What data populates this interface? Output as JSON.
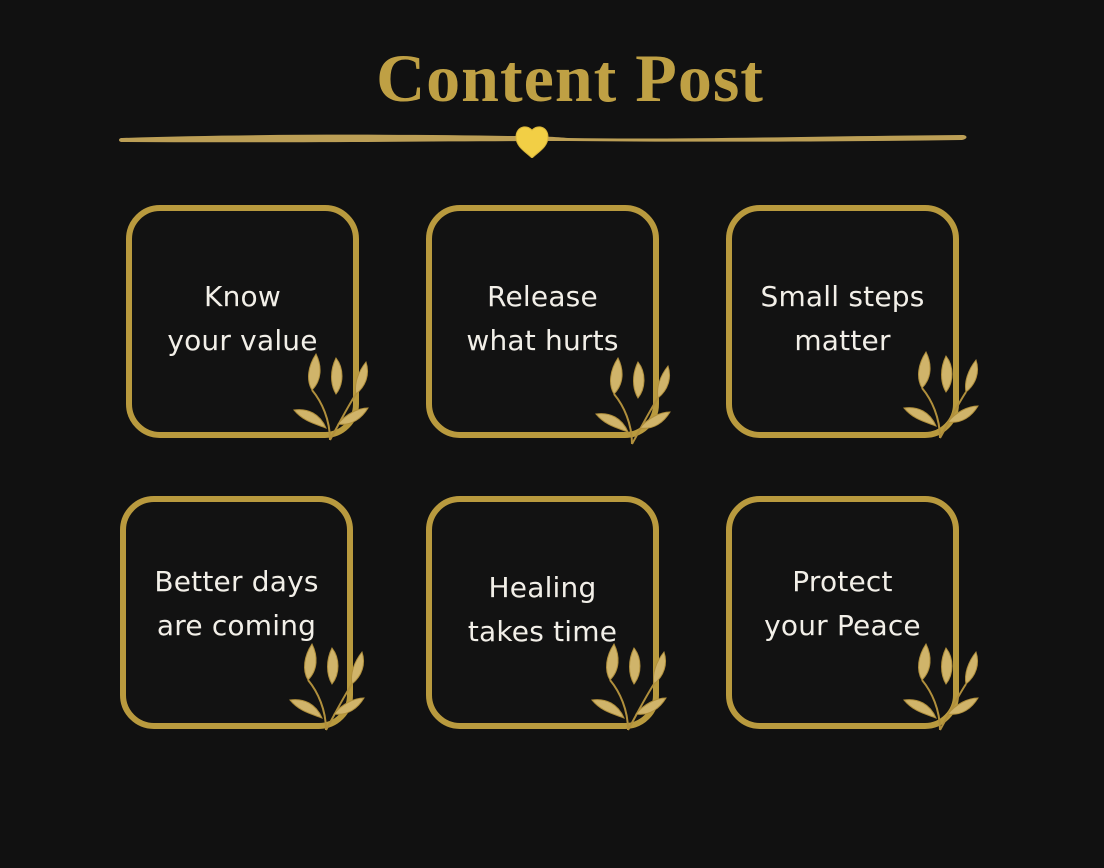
{
  "title": "Content Post",
  "colors": {
    "background": "#111111",
    "gold": "#b99a3e",
    "heart": "#f2cf45",
    "text": "#f2efe8"
  },
  "divider": {
    "icon": "heart-icon"
  },
  "cards": [
    {
      "line1": "Know",
      "line2": "your value",
      "icon": "leaf-sprig-icon"
    },
    {
      "line1": "Release",
      "line2": "what hurts",
      "icon": "leaf-sprig-icon"
    },
    {
      "line1": "Small steps",
      "line2": "matter",
      "icon": "leaf-sprig-icon"
    },
    {
      "line1": "Better days",
      "line2": "are coming",
      "icon": "leaf-sprig-icon"
    },
    {
      "line1": "Healing",
      "line2": "takes time",
      "icon": "leaf-sprig-icon"
    },
    {
      "line1": "Protect",
      "line2": "your Peace",
      "icon": "leaf-sprig-icon"
    }
  ]
}
